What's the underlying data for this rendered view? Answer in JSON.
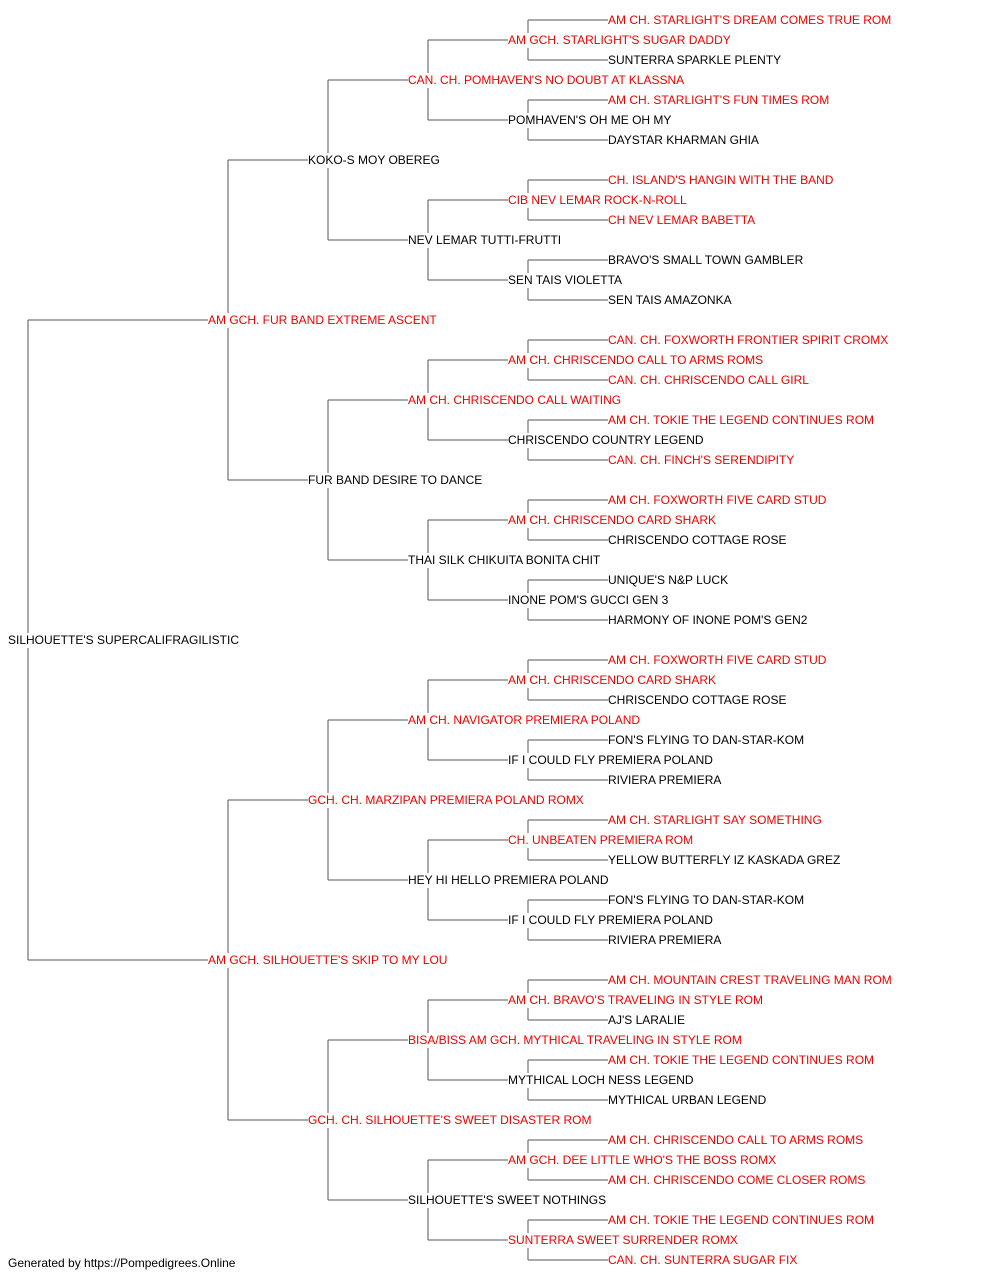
{
  "colors": {
    "champion": "#ee0000",
    "plain": "#000000",
    "connector": "#555555"
  },
  "pedigree": {
    "name": "SILHOUETTE'S SUPERCALIFRAGILISTIC",
    "titled": false,
    "sire": {
      "name": "AM GCH. FUR BAND EXTREME ASCENT",
      "titled": true,
      "sire": {
        "name": "KOKO-S MOY OBEREG",
        "titled": false,
        "sire": {
          "name": "CAN. CH. POMHAVEN'S NO DOUBT AT KLASSNA",
          "titled": true,
          "sire": {
            "name": "AM GCH. STARLIGHT'S SUGAR DADDY",
            "titled": true,
            "sire": {
              "name": "AM CH. STARLIGHT'S DREAM COMES TRUE ROM",
              "titled": true
            },
            "dam": {
              "name": "SUNTERRA SPARKLE PLENTY",
              "titled": false
            }
          },
          "dam": {
            "name": "POMHAVEN'S OH ME OH MY",
            "titled": false,
            "sire": {
              "name": "AM CH. STARLIGHT'S FUN TIMES ROM",
              "titled": true
            },
            "dam": {
              "name": "DAYSTAR KHARMAN GHIA",
              "titled": false
            }
          }
        },
        "dam": {
          "name": "NEV LEMAR TUTTI-FRUTTI",
          "titled": false,
          "sire": {
            "name": "CIB NEV LEMAR ROCK-N-ROLL",
            "titled": true,
            "sire": {
              "name": "CH. ISLAND'S HANGIN WITH THE BAND",
              "titled": true
            },
            "dam": {
              "name": "CH NEV LEMAR BABETTA",
              "titled": true
            }
          },
          "dam": {
            "name": "SEN TAIS VIOLETTA",
            "titled": false,
            "sire": {
              "name": "BRAVO'S SMALL TOWN GAMBLER",
              "titled": false
            },
            "dam": {
              "name": "SEN TAIS AMAZONKA",
              "titled": false
            }
          }
        }
      },
      "dam": {
        "name": "FUR BAND DESIRE TO DANCE",
        "titled": false,
        "sire": {
          "name": "AM CH. CHRISCENDO CALL WAITING",
          "titled": true,
          "sire": {
            "name": "AM CH. CHRISCENDO CALL TO ARMS ROMS",
            "titled": true,
            "sire": {
              "name": "CAN. CH. FOXWORTH FRONTIER SPIRIT CROMX",
              "titled": true
            },
            "dam": {
              "name": "CAN. CH. CHRISCENDO CALL GIRL",
              "titled": true
            }
          },
          "dam": {
            "name": "CHRISCENDO COUNTRY LEGEND",
            "titled": false,
            "sire": {
              "name": "AM CH. TOKIE THE LEGEND CONTINUES ROM",
              "titled": true
            },
            "dam": {
              "name": "CAN. CH. FINCH'S SERENDIPITY",
              "titled": true
            }
          }
        },
        "dam": {
          "name": "THAI SILK CHIKUITA BONITA CHIT",
          "titled": false,
          "sire": {
            "name": "AM CH. CHRISCENDO CARD SHARK",
            "titled": true,
            "sire": {
              "name": "AM CH. FOXWORTH FIVE CARD STUD",
              "titled": true
            },
            "dam": {
              "name": "CHRISCENDO COTTAGE ROSE",
              "titled": false
            }
          },
          "dam": {
            "name": "INONE POM'S GUCCI GEN 3",
            "titled": false,
            "sire": {
              "name": "UNIQUE'S N&P LUCK",
              "titled": false
            },
            "dam": {
              "name": "HARMONY OF INONE POM'S GEN2",
              "titled": false
            }
          }
        }
      }
    },
    "dam": {
      "name": "AM GCH. SILHOUETTE'S SKIP TO MY LOU",
      "titled": true,
      "sire": {
        "name": "GCH. CH. MARZIPAN PREMIERA POLAND ROMX",
        "titled": true,
        "sire": {
          "name": "AM CH. NAVIGATOR PREMIERA POLAND",
          "titled": true,
          "sire": {
            "name": "AM CH. CHRISCENDO CARD SHARK",
            "titled": true,
            "sire": {
              "name": "AM CH. FOXWORTH FIVE CARD STUD",
              "titled": true
            },
            "dam": {
              "name": "CHRISCENDO COTTAGE ROSE",
              "titled": false
            }
          },
          "dam": {
            "name": "IF I COULD FLY PREMIERA POLAND",
            "titled": false,
            "sire": {
              "name": "FON'S FLYING TO DAN-STAR-KOM",
              "titled": false
            },
            "dam": {
              "name": "RIVIERA PREMIERA",
              "titled": false
            }
          }
        },
        "dam": {
          "name": "HEY HI HELLO PREMIERA POLAND",
          "titled": false,
          "sire": {
            "name": "CH. UNBEATEN PREMIERA ROM",
            "titled": true,
            "sire": {
              "name": "AM CH. STARLIGHT SAY SOMETHING",
              "titled": true
            },
            "dam": {
              "name": "YELLOW BUTTERFLY IZ KASKADA GREZ",
              "titled": false
            }
          },
          "dam": {
            "name": "IF I COULD FLY PREMIERA POLAND",
            "titled": false,
            "sire": {
              "name": "FON'S FLYING TO DAN-STAR-KOM",
              "titled": false
            },
            "dam": {
              "name": "RIVIERA PREMIERA",
              "titled": false
            }
          }
        }
      },
      "dam": {
        "name": "GCH. CH. SILHOUETTE'S SWEET DISASTER ROM",
        "titled": true,
        "sire": {
          "name": "BISA/BISS AM GCH. MYTHICAL TRAVELING IN STYLE ROM",
          "titled": true,
          "sire": {
            "name": "AM CH. BRAVO'S TRAVELING IN STYLE ROM",
            "titled": true,
            "sire": {
              "name": "AM CH. MOUNTAIN CREST TRAVELING MAN ROM",
              "titled": true
            },
            "dam": {
              "name": "AJ'S LARALIE",
              "titled": false
            }
          },
          "dam": {
            "name": "MYTHICAL LOCH NESS LEGEND",
            "titled": false,
            "sire": {
              "name": "AM CH. TOKIE THE LEGEND CONTINUES ROM",
              "titled": true
            },
            "dam": {
              "name": "MYTHICAL URBAN LEGEND",
              "titled": false
            }
          }
        },
        "dam": {
          "name": "SILHOUETTE'S SWEET NOTHINGS",
          "titled": false,
          "sire": {
            "name": "AM GCH. DEE LITTLE WHO'S THE BOSS ROMX",
            "titled": true,
            "sire": {
              "name": "AM CH. CHRISCENDO CALL TO ARMS ROMS",
              "titled": true
            },
            "dam": {
              "name": "AM CH. CHRISCENDO COME CLOSER ROMS",
              "titled": true
            }
          },
          "dam": {
            "name": "SUNTERRA SWEET SURRENDER ROMX",
            "titled": true,
            "sire": {
              "name": "AM CH. TOKIE THE LEGEND CONTINUES ROM",
              "titled": true
            },
            "dam": {
              "name": "CAN. CH. SUNTERRA SUGAR FIX",
              "titled": true
            }
          }
        }
      }
    }
  },
  "footer": "Generated by https://Pompedigrees.Online"
}
